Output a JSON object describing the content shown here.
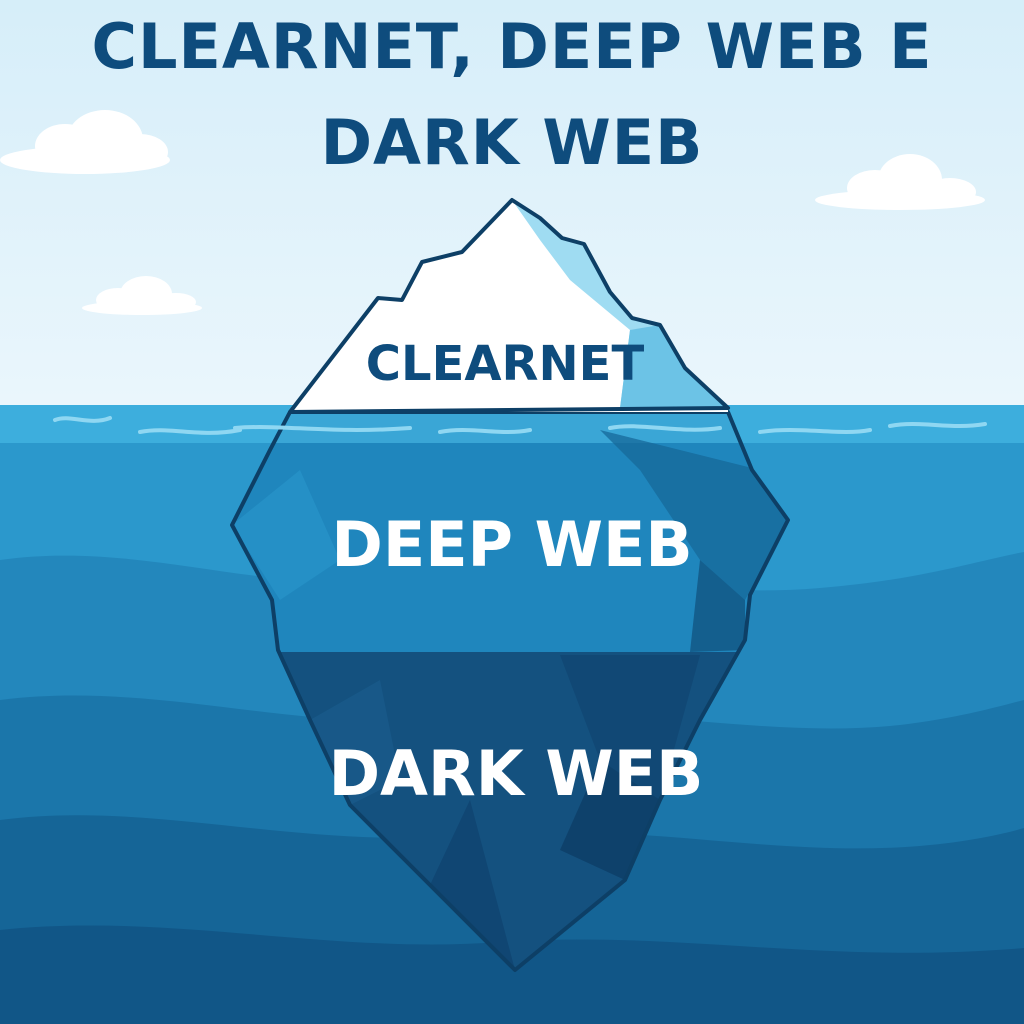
{
  "title": {
    "line1": "CLEARNET, DEEP WEB E",
    "line2": "DARK WEB"
  },
  "layers": [
    {
      "id": "clearnet",
      "label": "CLEARNET",
      "color": "#0e4c7d"
    },
    {
      "id": "deep-web",
      "label": "DEEP WEB",
      "color": "#ffffff"
    },
    {
      "id": "dark-web",
      "label": "DARK WEB",
      "color": "#ffffff"
    }
  ],
  "colors": {
    "sky": "#e6f4fb",
    "sea_surface": "#2d9bcf",
    "sea_deep": "#0f4f80",
    "iceberg_top": "#ffffff",
    "iceberg_shade": "#8fd3ee",
    "outline": "#0d3f66"
  }
}
